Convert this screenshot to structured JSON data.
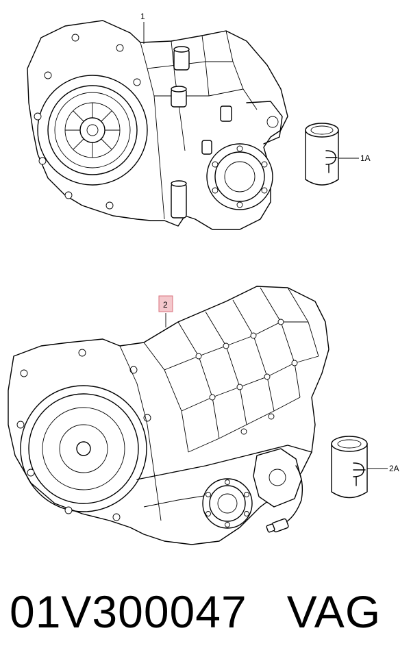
{
  "diagram": {
    "callouts": {
      "manual_gearbox": "1",
      "oil_1": "1A",
      "automatic_gearbox": "2",
      "oil_2": "2A"
    },
    "highlight_color": "#e8a0a8"
  },
  "caption": {
    "part_number": "01V300047",
    "brand": "VAG"
  }
}
